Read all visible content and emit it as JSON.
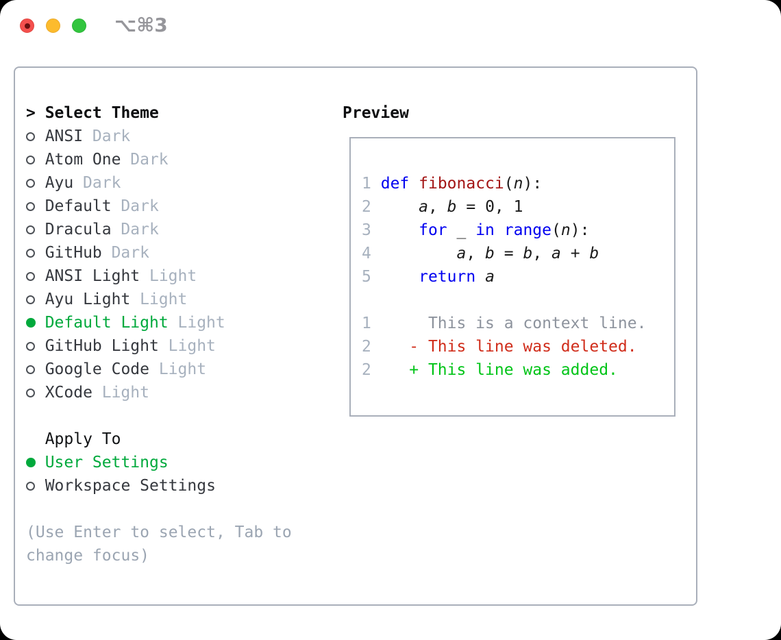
{
  "window": {
    "shortcut_label": "⌥⌘3"
  },
  "colors": {
    "accent_green": "#00a93c",
    "keyword_blue": "#0000f0",
    "function_red": "#a31515",
    "deleted_red": "#d02c1a",
    "added_green": "#00c417",
    "muted_gray": "#a7b1be",
    "border_gray": "#a9afba"
  },
  "theme_panel": {
    "header_prefix": ">",
    "header_label": "Select Theme",
    "themes": [
      {
        "name": "ANSI",
        "tag": "Dark",
        "selected": false
      },
      {
        "name": "Atom One",
        "tag": "Dark",
        "selected": false
      },
      {
        "name": "Ayu",
        "tag": "Dark",
        "selected": false
      },
      {
        "name": "Default",
        "tag": "Dark",
        "selected": false
      },
      {
        "name": "Dracula",
        "tag": "Dark",
        "selected": false
      },
      {
        "name": "GitHub",
        "tag": "Dark",
        "selected": false
      },
      {
        "name": "ANSI Light",
        "tag": "Light",
        "selected": false
      },
      {
        "name": "Ayu Light",
        "tag": "Light",
        "selected": false
      },
      {
        "name": "Default Light",
        "tag": "Light",
        "selected": true
      },
      {
        "name": "GitHub Light",
        "tag": "Light",
        "selected": false
      },
      {
        "name": "Google Code",
        "tag": "Light",
        "selected": false
      },
      {
        "name": "XCode",
        "tag": "Light",
        "selected": false
      }
    ],
    "apply_to_header": "Apply To",
    "apply_to_options": [
      {
        "label": "User Settings",
        "selected": true
      },
      {
        "label": "Workspace Settings",
        "selected": false
      }
    ],
    "help_lines": [
      "(Use Enter to select, Tab to",
      "change focus)"
    ]
  },
  "preview": {
    "title": "Preview",
    "lines": [
      {
        "num": "1",
        "segs": [
          {
            "t": " ",
            "c": "p"
          },
          {
            "t": "def",
            "c": "k"
          },
          {
            "t": " ",
            "c": "p"
          },
          {
            "t": "fibonacci",
            "c": "f"
          },
          {
            "t": "(",
            "c": "p"
          },
          {
            "t": "n",
            "c": "v"
          },
          {
            "t": "):",
            "c": "p"
          }
        ]
      },
      {
        "num": "2",
        "segs": [
          {
            "t": "     ",
            "c": "p"
          },
          {
            "t": "a",
            "c": "v"
          },
          {
            "t": ", ",
            "c": "p"
          },
          {
            "t": "b",
            "c": "v"
          },
          {
            "t": " = 0, 1",
            "c": "p"
          }
        ]
      },
      {
        "num": "3",
        "segs": [
          {
            "t": "     ",
            "c": "p"
          },
          {
            "t": "for",
            "c": "k"
          },
          {
            "t": " _ ",
            "c": "p"
          },
          {
            "t": "in",
            "c": "k"
          },
          {
            "t": " ",
            "c": "p"
          },
          {
            "t": "range",
            "c": "k"
          },
          {
            "t": "(",
            "c": "p"
          },
          {
            "t": "n",
            "c": "v"
          },
          {
            "t": "):",
            "c": "p"
          }
        ]
      },
      {
        "num": "4",
        "segs": [
          {
            "t": "         ",
            "c": "p"
          },
          {
            "t": "a",
            "c": "v"
          },
          {
            "t": ", ",
            "c": "p"
          },
          {
            "t": "b",
            "c": "v"
          },
          {
            "t": " = ",
            "c": "p"
          },
          {
            "t": "b",
            "c": "v"
          },
          {
            "t": ", ",
            "c": "p"
          },
          {
            "t": "a",
            "c": "v"
          },
          {
            "t": " + ",
            "c": "p"
          },
          {
            "t": "b",
            "c": "v"
          }
        ]
      },
      {
        "num": "5",
        "segs": [
          {
            "t": "     ",
            "c": "p"
          },
          {
            "t": "return",
            "c": "k"
          },
          {
            "t": " ",
            "c": "p"
          },
          {
            "t": "a",
            "c": "v"
          }
        ]
      },
      {
        "num": "",
        "segs": []
      },
      {
        "num": "1",
        "segs": [
          {
            "t": "      This is a context line.",
            "c": "ctx"
          }
        ]
      },
      {
        "num": "2",
        "segs": [
          {
            "t": "    - This line was deleted.",
            "c": "del"
          }
        ]
      },
      {
        "num": "2",
        "segs": [
          {
            "t": "    + This line was added.",
            "c": "add"
          }
        ]
      }
    ]
  }
}
